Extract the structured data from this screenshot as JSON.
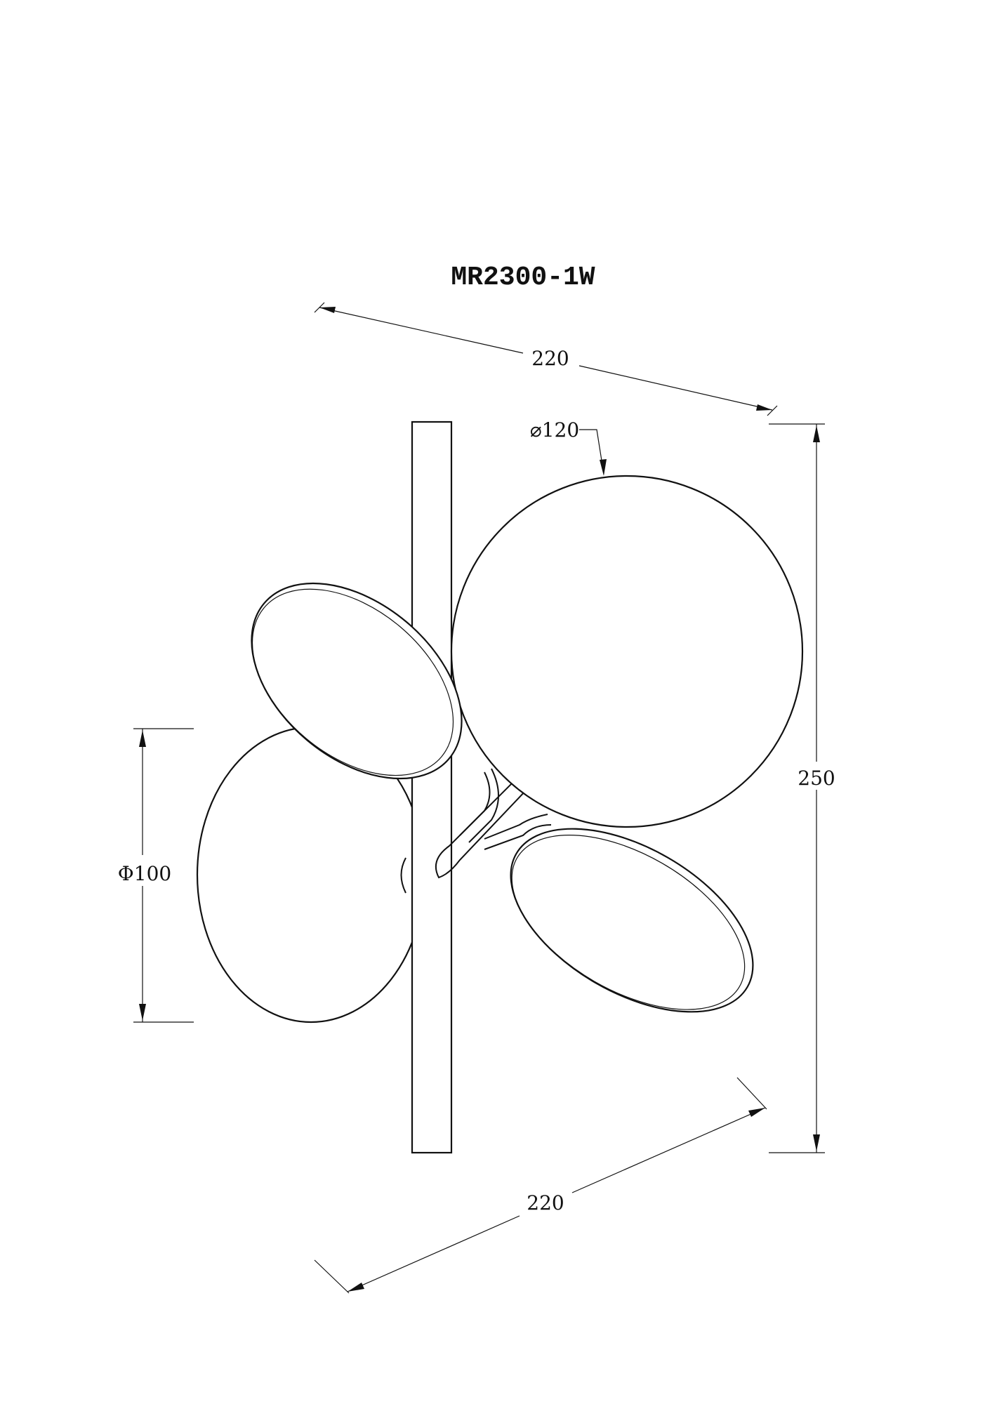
{
  "title": "MR2300-1W",
  "dimensions": {
    "top_width": "220",
    "height": "250",
    "shade_diameter_large": "⌀120",
    "shade_diameter_small": "Φ100",
    "bottom_width": "220"
  }
}
